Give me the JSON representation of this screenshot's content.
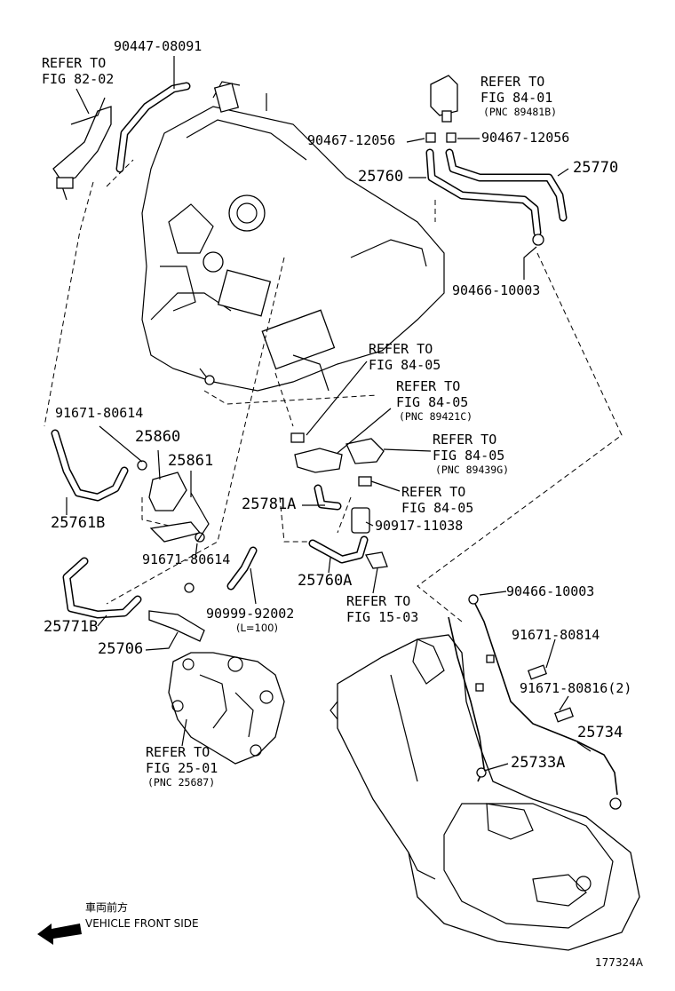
{
  "labels": {
    "p90447": "90447-08091",
    "refer82_l1": "REFER TO",
    "refer82_l2": "FIG 82-02",
    "refer8401_l1": "REFER TO",
    "refer8401_l2": "FIG 84-01",
    "refer8401_pnc": "(PNC 89481B)",
    "p90467_left": "90467-12056",
    "p90467_right": "90467-12056",
    "p25760": "25760",
    "p25770": "25770",
    "p90466_top": "90466-10003",
    "refer8405a_l1": "REFER TO",
    "refer8405a_l2": "FIG 84-05",
    "refer8405b_l1": "REFER TO",
    "refer8405b_l2": "FIG 84-05",
    "refer8405b_pnc": "(PNC 89421C)",
    "refer8405c_l1": "REFER TO",
    "refer8405c_l2": "FIG 84-05",
    "refer8405c_pnc": "(PNC 89439G)",
    "refer8405d_l1": "REFER TO",
    "refer8405d_l2": "FIG 84-05",
    "p91671_80614_top": "91671-80614",
    "p25860": "25860",
    "p25861": "25861",
    "p25761B": "25761B",
    "p25781A": "25781A",
    "p90917": "90917-11038",
    "p91671_80614_bot": "91671-80614",
    "p25760A": "25760A",
    "refer1503_l1": "REFER TO",
    "refer1503_l2": "FIG 15-03",
    "p90466_bot": "90466-10003",
    "p25771B": "25771B",
    "p90999": "90999-92002",
    "p90999_len": "(L=100)",
    "p91671_80814": "91671-80814",
    "p25706": "25706",
    "p91671_80816": "91671-80816(2)",
    "p25734": "25734",
    "refer2501_l1": "REFER TO",
    "refer2501_l2": "FIG 25-01",
    "refer2501_pnc": "(PNC 25687)",
    "p25733A": "25733A"
  },
  "footer": {
    "jp_text": "車両前方",
    "front_text": "VEHICLE FRONT SIDE",
    "diagram_id": "177324A"
  },
  "icons": {
    "front_arrow": "left-arrow-icon"
  }
}
